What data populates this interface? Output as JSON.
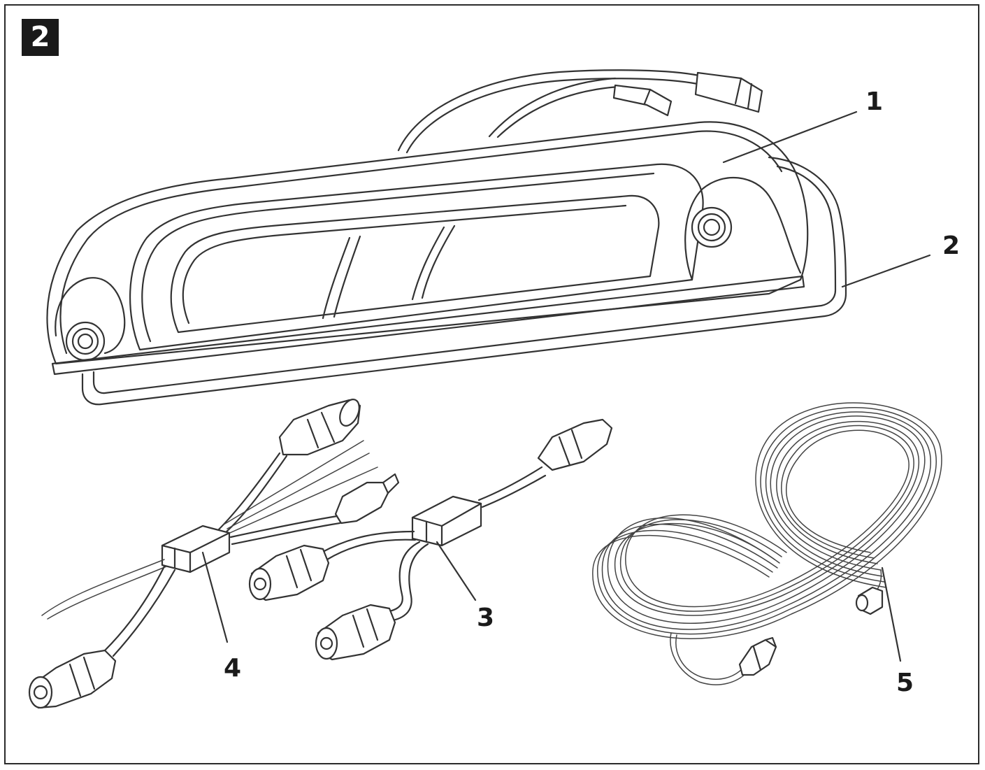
{
  "figure": {
    "number": "2"
  },
  "callouts": [
    {
      "id": "1",
      "label": "1"
    },
    {
      "id": "2",
      "label": "2"
    },
    {
      "id": "3",
      "label": "3"
    },
    {
      "id": "4",
      "label": "4"
    },
    {
      "id": "5",
      "label": "5"
    }
  ],
  "colors": {
    "line": "#333333",
    "badge": "#1a1a1a",
    "background": "#ffffff"
  }
}
